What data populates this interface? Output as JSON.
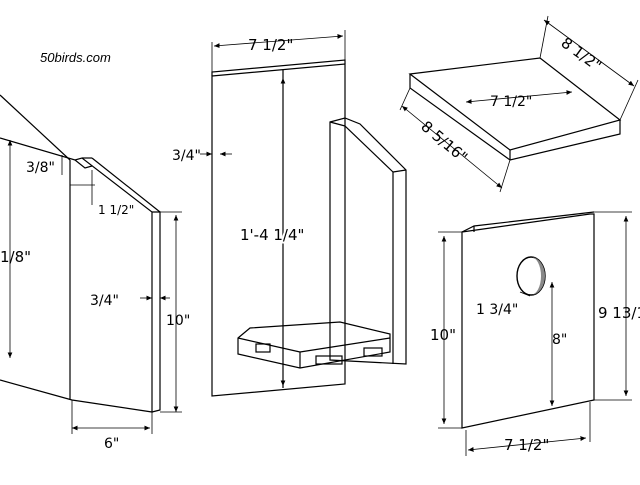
{
  "site": {
    "brand": "50birds.com"
  },
  "side_panel": {
    "top_label": "3/8\"",
    "notch_label": "1 1/2\"",
    "thickness_label": "3/4\"",
    "left_height_label": "1/8\"",
    "right_height_label": "10\"",
    "width_label": "6\""
  },
  "back_panel": {
    "width_label": "7 1/2\"",
    "thickness_label": "3/4\"",
    "height_label": "1'-4 1/4\""
  },
  "roof": {
    "width_label": "8 1/2\"",
    "inner_label": "7 1/2\"",
    "depth_label": "8 5/16\""
  },
  "front_panel": {
    "hole_label": "1 3/4\"",
    "hole_height_label": "8\"",
    "left_height_label": "10\"",
    "right_height_label": "9 13/1",
    "width_label": "7 1/2\""
  }
}
